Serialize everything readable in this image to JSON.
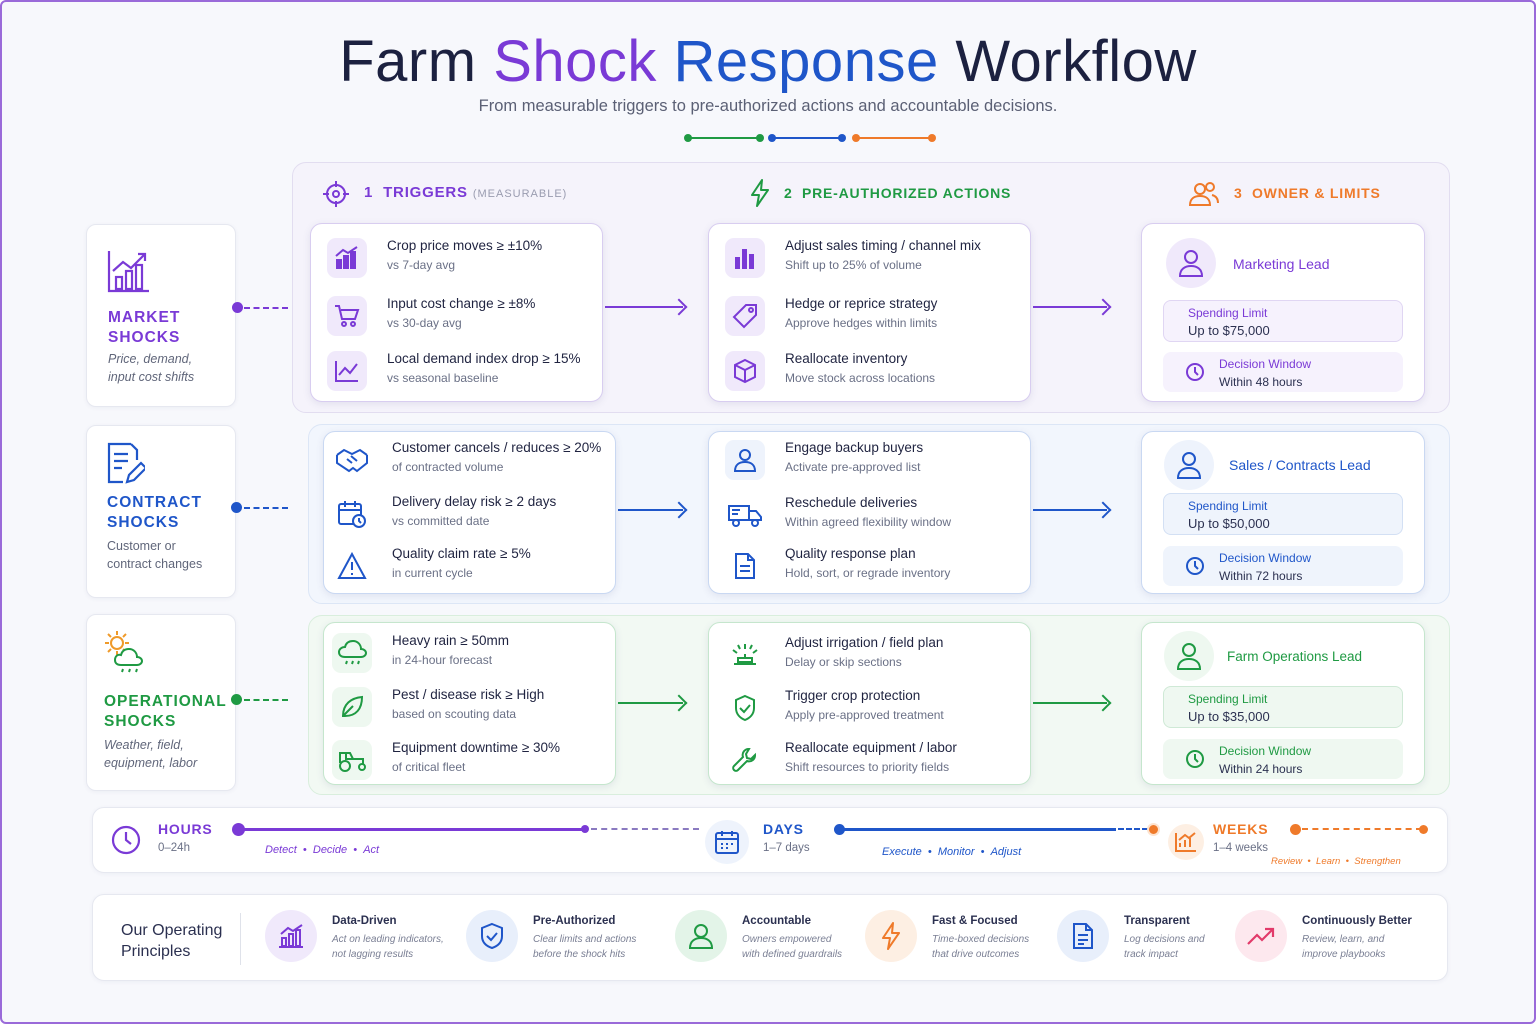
{
  "header": {
    "title_w1": "Farm",
    "title_w2": "Shock",
    "title_w3": "Response",
    "title_w4": "Workflow",
    "subtitle": "From measurable triggers to pre-authorized actions and accountable decisions."
  },
  "columns": {
    "triggers": {
      "num": "1",
      "label": "TRIGGERS",
      "sub": "(MEASURABLE)"
    },
    "actions": {
      "num": "2",
      "label": "PRE-AUTHORIZED ACTIONS"
    },
    "owners": {
      "num": "3",
      "label": "OWNER & LIMITS"
    }
  },
  "colors": {
    "market": "#7a3ad6",
    "contract": "#1f56c9",
    "operational": "#1f9a43",
    "orange": "#ef7a2a"
  },
  "rows": [
    {
      "id": "market",
      "title_l1": "MARKET",
      "title_l2": "SHOCKS",
      "desc_l1": "Price, demand,",
      "desc_l2": "input cost shifts",
      "icon": "bar-chart-up-icon",
      "triggers": [
        {
          "l1": "Crop price moves ≥ ±10%",
          "l2": "vs 7-day avg",
          "icon": "price-chart-icon"
        },
        {
          "l1": "Input cost change ≥ ±8%",
          "l2": "vs 30-day avg",
          "icon": "cart-icon"
        },
        {
          "l1": "Local demand index drop ≥ 15%",
          "l2": "vs seasonal baseline",
          "icon": "line-chart-icon"
        }
      ],
      "actions": [
        {
          "l1": "Adjust sales timing / channel mix",
          "l2": "Shift up to 25% of volume",
          "icon": "bars-icon"
        },
        {
          "l1": "Hedge or reprice strategy",
          "l2": "Approve hedges within limits",
          "icon": "tag-icon"
        },
        {
          "l1": "Reallocate inventory",
          "l2": "Move stock across locations",
          "icon": "box-icon"
        }
      ],
      "owner": {
        "name": "Marketing Lead",
        "spend_label": "Spending Limit",
        "spend_value": "Up to $75,000",
        "window_label": "Decision Window",
        "window_value": "Within 48 hours"
      }
    },
    {
      "id": "contract",
      "title_l1": "CONTRACT",
      "title_l2": "SHOCKS",
      "desc_l1": "Customer or",
      "desc_l2": "contract changes",
      "icon": "document-edit-icon",
      "triggers": [
        {
          "l1": "Customer cancels / reduces ≥ 20%",
          "l2": "of contracted volume",
          "icon": "handshake-icon"
        },
        {
          "l1": "Delivery delay risk ≥ 2 days",
          "l2": "vs committed date",
          "icon": "calendar-clock-icon"
        },
        {
          "l1": "Quality claim rate ≥ 5%",
          "l2": "in current cycle",
          "icon": "warning-icon"
        }
      ],
      "actions": [
        {
          "l1": "Engage backup buyers",
          "l2": "Activate pre-approved list",
          "icon": "person-icon"
        },
        {
          "l1": "Reschedule deliveries",
          "l2": "Within agreed flexibility window",
          "icon": "truck-icon"
        },
        {
          "l1": "Quality response plan",
          "l2": "Hold, sort, or regrade inventory",
          "icon": "document-icon"
        }
      ],
      "owner": {
        "name": "Sales / Contracts Lead",
        "spend_label": "Spending Limit",
        "spend_value": "Up to $50,000",
        "window_label": "Decision Window",
        "window_value": "Within 72 hours"
      }
    },
    {
      "id": "operational",
      "title_l1": "OPERATIONAL",
      "title_l2": "SHOCKS",
      "desc_l1": "Weather, field,",
      "desc_l2": "equipment, labor",
      "icon": "sun-cloud-icon",
      "triggers": [
        {
          "l1": "Heavy rain ≥ 50mm",
          "l2": "in 24-hour forecast",
          "icon": "rain-cloud-icon"
        },
        {
          "l1": "Pest / disease risk ≥ High",
          "l2": "based on scouting data",
          "icon": "leaf-icon"
        },
        {
          "l1": "Equipment downtime ≥ 30%",
          "l2": "of critical fleet",
          "icon": "tractor-icon"
        }
      ],
      "actions": [
        {
          "l1": "Adjust irrigation / field plan",
          "l2": "Delay or skip sections",
          "icon": "sprinkler-icon"
        },
        {
          "l1": "Trigger crop protection",
          "l2": "Apply pre-approved treatment",
          "icon": "shield-check-icon"
        },
        {
          "l1": "Reallocate equipment / labor",
          "l2": "Shift resources to priority fields",
          "icon": "wrench-icon"
        }
      ],
      "owner": {
        "name": "Farm Operations Lead",
        "spend_label": "Spending Limit",
        "spend_value": "Up to $35,000",
        "window_label": "Decision Window",
        "window_value": "Within 24 hours"
      }
    }
  ],
  "timeline": {
    "hours": {
      "label": "HOURS",
      "sub": "0–24h",
      "steps": [
        "Detect",
        "Decide",
        "Act"
      ]
    },
    "days": {
      "label": "DAYS",
      "sub": "1–7 days",
      "steps": [
        "Execute",
        "Monitor",
        "Adjust"
      ]
    },
    "weeks": {
      "label": "WEEKS",
      "sub": "1–4 weeks",
      "steps": [
        "Review",
        "Learn",
        "Strengthen"
      ]
    }
  },
  "principles": {
    "heading_l1": "Our Operating",
    "heading_l2": "Principles",
    "items": [
      {
        "title": "Data-Driven",
        "d1": "Act on leading indicators,",
        "d2": "not lagging results",
        "icon": "bar-chart-icon",
        "color": "#7a3ad6",
        "bg": "#f0e9fb"
      },
      {
        "title": "Pre-Authorized",
        "d1": "Clear limits and actions",
        "d2": "before the shock hits",
        "icon": "shield-check-icon",
        "color": "#1f56c9",
        "bg": "#e8effb"
      },
      {
        "title": "Accountable",
        "d1": "Owners empowered",
        "d2": "with defined guardrails",
        "icon": "person-icon",
        "color": "#1f9a43",
        "bg": "#e3f4e8"
      },
      {
        "title": "Fast & Focused",
        "d1": "Time-boxed decisions",
        "d2": "that drive outcomes",
        "icon": "lightning-icon",
        "color": "#ef7a2a",
        "bg": "#fdefe3"
      },
      {
        "title": "Transparent",
        "d1": "Log decisions and",
        "d2": "track impact",
        "icon": "document-icon",
        "color": "#1f56c9",
        "bg": "#e8effb"
      },
      {
        "title": "Continuously Better",
        "d1": "Review, learn, and",
        "d2": "improve playbooks",
        "icon": "trend-up-icon",
        "color": "#e23a6a",
        "bg": "#fde8ee"
      }
    ]
  }
}
